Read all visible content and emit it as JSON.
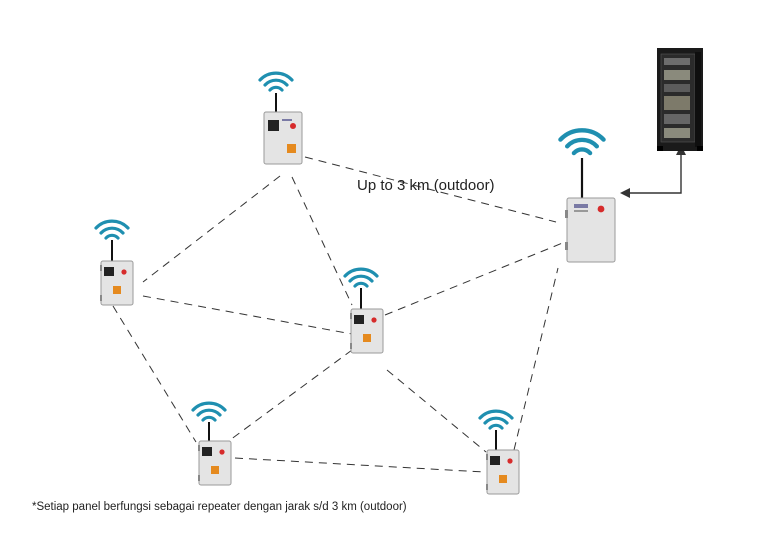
{
  "range_label": "Up to 3 km (outdoor)",
  "footnote": "*Setiap panel berfungsi sebagai repeater dengan jarak s/d 3 km (outdoor)",
  "nodes": [
    {
      "id": "panel-top",
      "icon": "wifi-signal-icon"
    },
    {
      "id": "panel-left",
      "icon": "wifi-signal-icon"
    },
    {
      "id": "panel-center",
      "icon": "wifi-signal-icon"
    },
    {
      "id": "panel-bottom-left",
      "icon": "wifi-signal-icon"
    },
    {
      "id": "panel-bottom-right",
      "icon": "wifi-signal-icon"
    },
    {
      "id": "panel-gateway",
      "icon": "wifi-signal-icon"
    },
    {
      "id": "server-rack",
      "icon": "server-rack-icon"
    }
  ],
  "links": [
    [
      "panel-top",
      "panel-gateway"
    ],
    [
      "panel-top",
      "panel-left"
    ],
    [
      "panel-top",
      "panel-center"
    ],
    [
      "panel-left",
      "panel-center"
    ],
    [
      "panel-left",
      "panel-bottom-left"
    ],
    [
      "panel-center",
      "panel-gateway"
    ],
    [
      "panel-center",
      "panel-bottom-left"
    ],
    [
      "panel-center",
      "panel-bottom-right"
    ],
    [
      "panel-bottom-left",
      "panel-bottom-right"
    ],
    [
      "panel-bottom-right",
      "panel-gateway"
    ]
  ],
  "colors": {
    "wifi": "#1f8fb0",
    "panel_body": "#e4e4e4",
    "panel_edge": "#9a9a9a",
    "link": "#333333",
    "rack": "#1a1a1a"
  }
}
